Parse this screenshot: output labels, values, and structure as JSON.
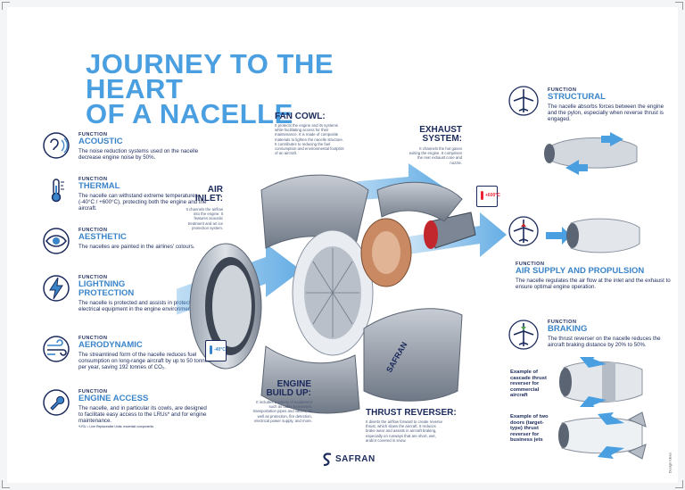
{
  "title": [
    "JOURNEY TO THE HEART",
    "OF A NACELLE"
  ],
  "function_label": "FUNCTION",
  "left_functions": [
    {
      "name": "ACOUSTIC",
      "desc": "The noise reduction systems used on the nacelle decrease engine noise by 50%.",
      "icon": "ear-icon"
    },
    {
      "name": "THERMAL",
      "desc": "The nacelle can withstand extreme temperatures (-40°C / +600°C), protecting both the engine and the aircraft.",
      "icon": "thermometer-icon"
    },
    {
      "name": "AESTHETIC",
      "desc": "The nacelles are painted in the airlines' colours.",
      "icon": "eye-icon"
    },
    {
      "name": "LIGHTNING PROTECTION",
      "desc": "The nacelle is protected and assists in protecting electrical equipment in the engine environment.",
      "icon": "lightning-icon"
    },
    {
      "name": "AERODYNAMIC",
      "desc": "The streamlined form of the nacelle reduces fuel consumption on long-range aircraft by up to 50 tonnes per year, saving 192 tonnes of CO₂.",
      "icon": "wind-icon"
    },
    {
      "name": "ENGINE ACCESS",
      "desc": "The nacelle, and in particular its cowls, are designed to facilitate easy access to the LRUs* and for engine maintenance.",
      "footnote": "*LRU = Line Replaceable Units: essential components",
      "icon": "wrench-icon"
    }
  ],
  "right_functions": [
    {
      "name": "STRUCTURAL",
      "desc": "The nacelle absorbs forces between the engine and the pylon, especially when reverse thrust is engaged."
    },
    {
      "name": "AIR SUPPLY AND PROPULSION",
      "desc": "The nacelle regulates the air flow at the inlet and the exhaust to ensure optimal engine operation."
    },
    {
      "name": "BRAKING",
      "desc": "The thrust reverser on the nacelle reduces the aircraft braking distance by 20% to 50%."
    }
  ],
  "captions": {
    "cascade": "Example of cascade thrust reverser for commercial aircraft",
    "doors": "Example of two doors (target-type) thrust reverser for business jets"
  },
  "components": {
    "fan_cowl": {
      "title": "FAN COWL:",
      "desc": "It protects the engine and its systems while facilitating access for their maintenance. It is made of composite materials to lighten the nacelle structure. It contributes to reducing the fuel consumption and environmental footprint of an aircraft."
    },
    "air_inlet": {
      "title": "AIR INLET:",
      "desc": "It channels the airflow into the engine. It features acoustic treatment and an ice protection system."
    },
    "exhaust": {
      "title": "EXHAUST SYSTEM:",
      "desc": "It channels the hot gases exiting the engine. It comprises the rear exhaust cone and nozzle."
    },
    "engine_build_up": {
      "title": "ENGINE BUILD UP:",
      "desc": "It includes a variety of equipment such as cable harnesses, transportation pipes and valves, as well as protection, fire detection, electrical power supply, and more."
    },
    "thrust_reverser": {
      "title": "THRUST REVERSER:",
      "desc": "It diverts the airflow forward to create reverse thrust, which slows the aircraft. It reduces brake wear and assists in aircraft braking, especially on runways that are short, wet, and/or covered in snow."
    }
  },
  "temps": {
    "hot": "+600°C",
    "cold": "-40°C"
  },
  "brand": "SAFRAN",
  "side_credit": "Design Idées",
  "colors": {
    "accent": "#4a9fe0",
    "navy": "#1b2a5c",
    "hot": "#e22b2b"
  }
}
